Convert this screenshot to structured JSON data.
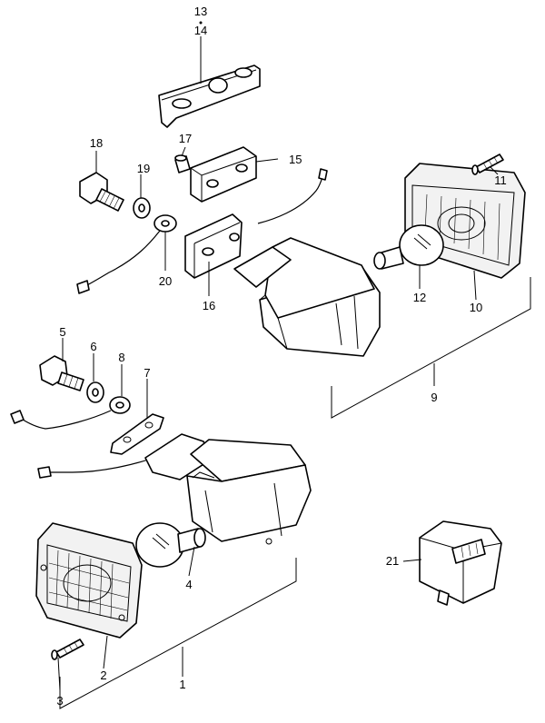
{
  "callouts": {
    "c13": "13",
    "c14": "14",
    "c15": "15",
    "c16": "16",
    "c17": "17",
    "c18": "18",
    "c19": "19",
    "c20": "20",
    "c11": "11",
    "c12": "12",
    "c10": "10",
    "c9": "9",
    "c5": "5",
    "c6": "6",
    "c8": "8",
    "c7": "7",
    "c4": "4",
    "c21": "21",
    "c2": "2",
    "c1": "1",
    "c3": "3"
  },
  "colors": {
    "line": "#000000",
    "background": "#ffffff"
  }
}
